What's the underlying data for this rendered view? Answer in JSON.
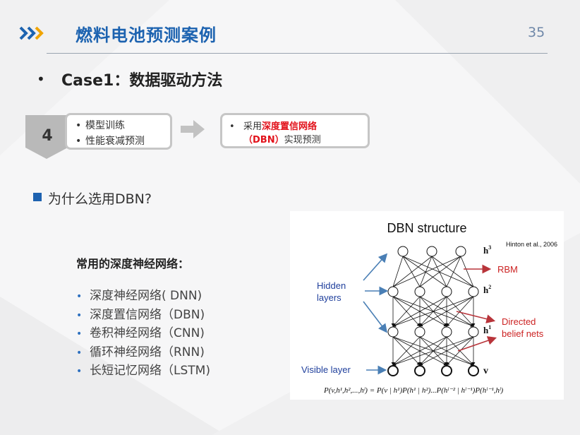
{
  "header": {
    "title": "燃料电池预测案例",
    "page_number": "35"
  },
  "case": {
    "bullet": "•",
    "heading": "Case1：数据驱动方法"
  },
  "step": {
    "number": "4",
    "items": [
      "模型训练",
      "性能衰减预测"
    ],
    "result": {
      "line1_prefix": "采用",
      "line1_highlight": "深度置信网络",
      "line2_highlight": "（DBN）",
      "line2_suffix": "实现预测"
    }
  },
  "why": {
    "heading": "为什么选用DBN?"
  },
  "networks": {
    "title": "常用的深度神经网络：",
    "items": [
      "深度神经网络( DNN)",
      "深度置信网络（DBN)",
      "卷积神经网络（CNN)",
      "循环神经网络（RNN)",
      "长短记忆网络（LSTM)"
    ]
  },
  "diagram": {
    "title": "DBN structure",
    "credit": "Hinton et al., 2006",
    "hidden_label": [
      "Hidden",
      "layers"
    ],
    "visible_label": "Visible layer",
    "rbm_label": "RBM",
    "directed_label": [
      "Directed",
      "belief nets"
    ],
    "layer_labels": [
      "h",
      "h",
      "h"
    ],
    "layer_superscripts": [
      "3",
      "2",
      "1"
    ],
    "v_label": "v",
    "formula": "P(v,h¹,h²,...,hˡ) = P(v | h¹)P(h¹ | h²)...P(hˡ⁻² | hˡ⁻¹)P(hˡ⁻¹,hˡ)",
    "colors": {
      "blue": "#1f3f9c",
      "red": "#cc2222",
      "arrow_blue": "#4a7fb5",
      "arrow_red": "#b8343a"
    }
  }
}
